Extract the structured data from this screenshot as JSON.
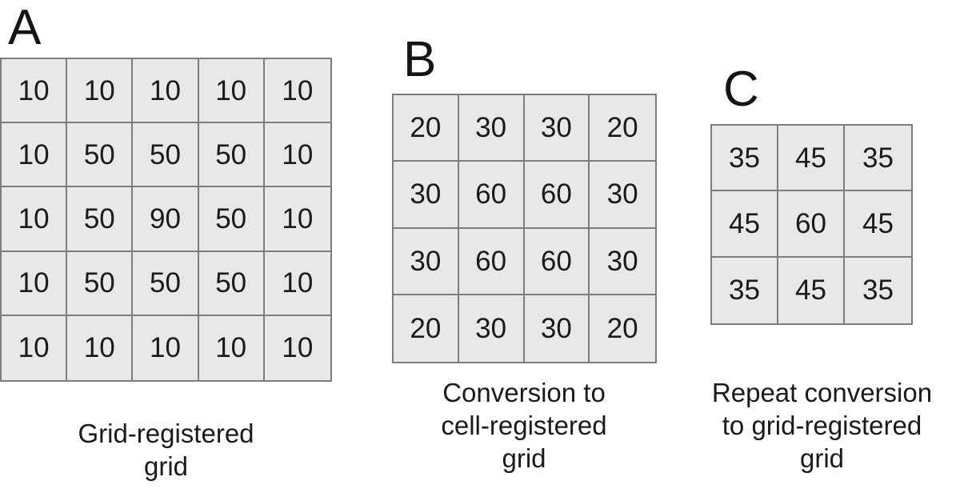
{
  "figure": {
    "background_color": "#ffffff",
    "cell_fill_color": "#e8e8e8",
    "cell_border_color": "#7d7d7d",
    "text_color": "#1a1a1a"
  },
  "chart_data": {
    "type": "table",
    "title": "",
    "panels": [
      {
        "id": "A",
        "letter": "A",
        "caption": "Grid-registered\ngrid",
        "rows": 5,
        "cols": 5,
        "values": [
          [
            10,
            10,
            10,
            10,
            10
          ],
          [
            10,
            50,
            50,
            50,
            10
          ],
          [
            10,
            50,
            90,
            50,
            10
          ],
          [
            10,
            50,
            50,
            50,
            10
          ],
          [
            10,
            10,
            10,
            10,
            10
          ]
        ]
      },
      {
        "id": "B",
        "letter": "B",
        "caption": "Conversion to\ncell-registered\ngrid",
        "rows": 4,
        "cols": 4,
        "values": [
          [
            20,
            30,
            30,
            20
          ],
          [
            30,
            60,
            60,
            30
          ],
          [
            30,
            60,
            60,
            30
          ],
          [
            20,
            30,
            30,
            20
          ]
        ]
      },
      {
        "id": "C",
        "letter": "C",
        "caption": "Repeat conversion\nto grid-registered\ngrid",
        "rows": 3,
        "cols": 3,
        "values": [
          [
            35,
            45,
            35
          ],
          [
            45,
            60,
            45
          ],
          [
            35,
            45,
            35
          ]
        ]
      }
    ]
  }
}
